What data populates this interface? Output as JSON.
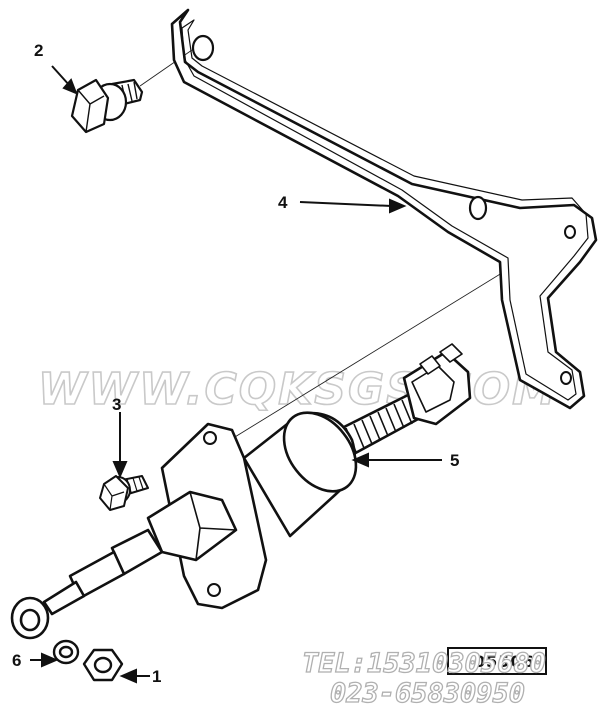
{
  "callouts": {
    "c1": "1",
    "c2": "2",
    "c3": "3",
    "c4": "4",
    "c5": "5",
    "c6": "6"
  },
  "watermark": {
    "site": "WWW.CQKSGS.COM",
    "tel": "TEL:15310305680",
    "phone2": "023-65830950"
  },
  "figure_code": "05506"
}
